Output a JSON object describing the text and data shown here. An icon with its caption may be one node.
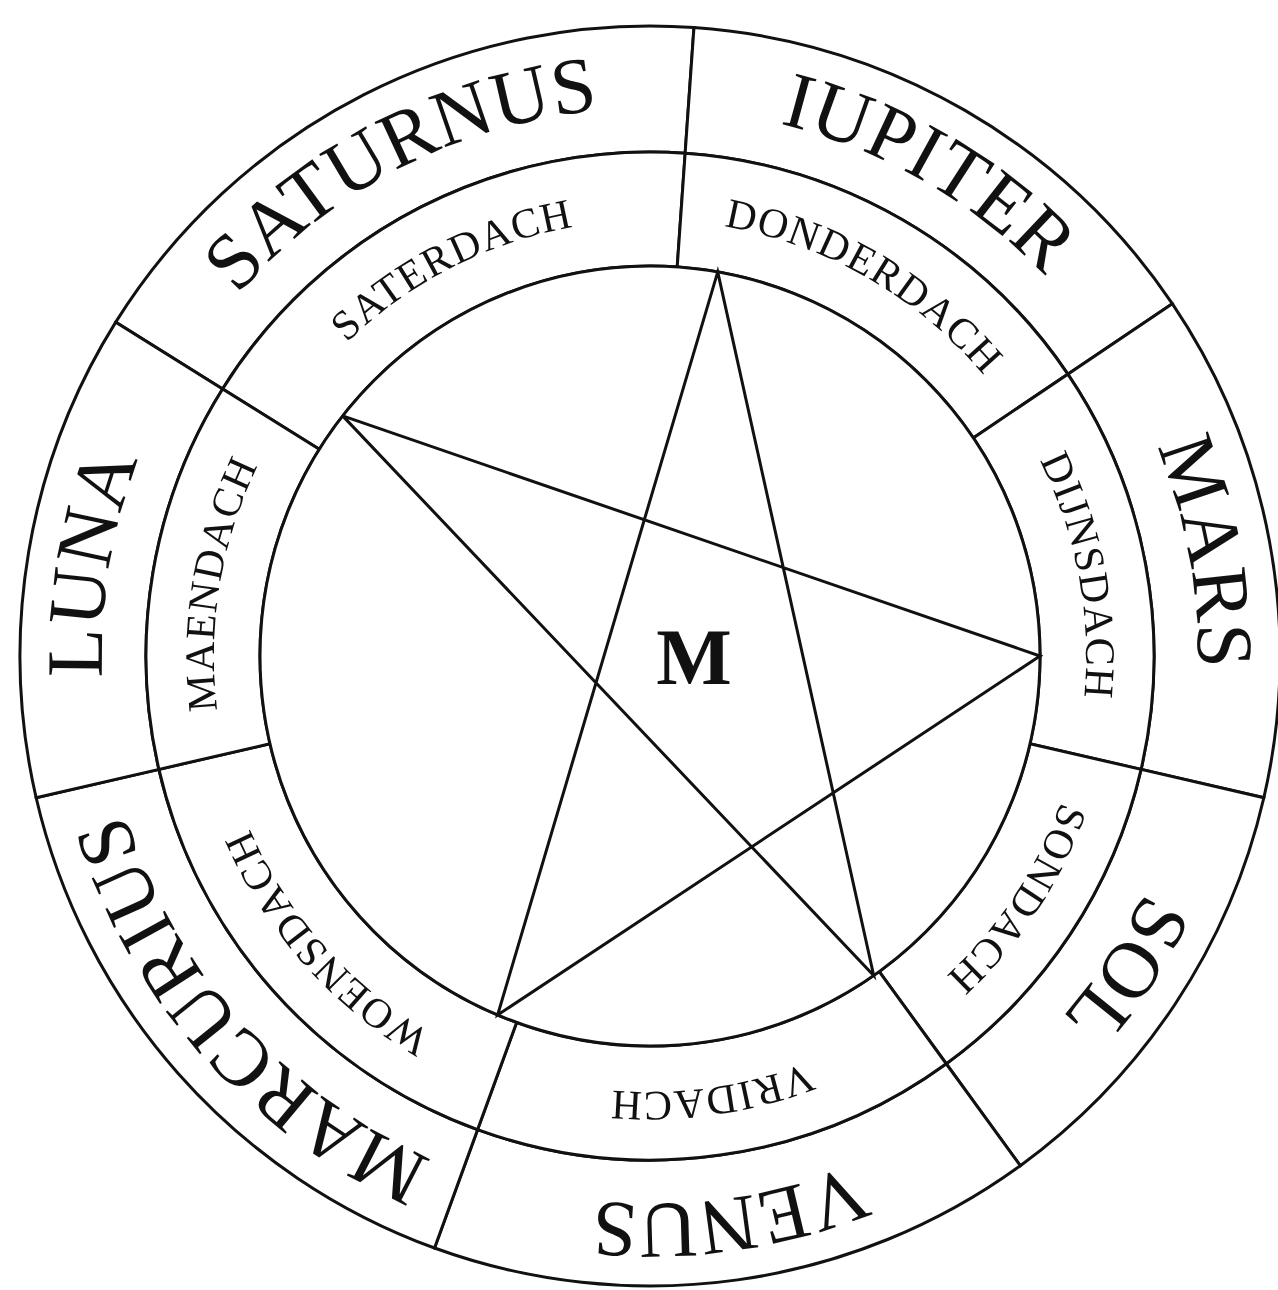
{
  "diagram": {
    "nodes": [
      {
        "text": [
          "SATURNUS"
        ]
      },
      {
        "text": [
          "IUPITER"
        ]
      },
      {
        "text": [
          "MARS"
        ]
      },
      {
        "text": [
          "SOL"
        ]
      },
      {
        "text": [
          "VENUS"
        ]
      },
      {
        "text": [
          "MARCURIUS"
        ]
      },
      {
        "text": [
          "LUNA"
        ]
      },
      {
        "text": [
          "SATERDACH"
        ]
      },
      {
        "text": [
          "DONDERDACH"
        ]
      },
      {
        "text": [
          "DIJNSDACH"
        ]
      },
      {
        "text": [
          "SONDACH"
        ]
      },
      {
        "text": [
          "VRIDACH"
        ]
      },
      {
        "text": [
          "WOENSDACH"
        ]
      },
      {
        "text": [
          "MAENDACH"
        ]
      },
      {
        "text": [
          "M"
        ]
      }
    ]
  }
}
